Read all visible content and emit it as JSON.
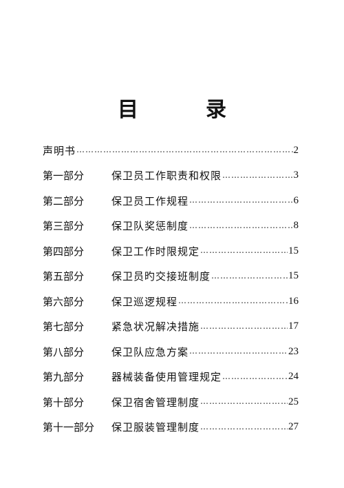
{
  "title": "目　录",
  "entries": [
    {
      "part": "",
      "text": "声明书",
      "page": "2"
    },
    {
      "part": "第一部分",
      "text": "保卫员工作职责和权限",
      "page": "3"
    },
    {
      "part": "第二部分",
      "text": "保卫员工作规程",
      "page": "6"
    },
    {
      "part": "第三部分",
      "text": "保卫队奖惩制度",
      "page": "8"
    },
    {
      "part": "第四部分",
      "text": "保卫工作时限规定",
      "page": "15"
    },
    {
      "part": "第五部分",
      "text": "保卫员旳交接班制度",
      "page": "15"
    },
    {
      "part": "第六部分",
      "text": "保卫巡逻规程",
      "page": "16"
    },
    {
      "part": "第七部分",
      "text": "紧急状况解决措施",
      "page": "17"
    },
    {
      "part": "第八部分",
      "text": "保卫队应急方案",
      "page": "23"
    },
    {
      "part": "第九部分",
      "text": "器械装备使用管理规定",
      "page": "24"
    },
    {
      "part": "第十部分",
      "text": "保卫宿舍管理制度",
      "page": "25"
    },
    {
      "part": "第十一部分",
      "text": "保卫服装管理制度",
      "page": "27"
    }
  ]
}
